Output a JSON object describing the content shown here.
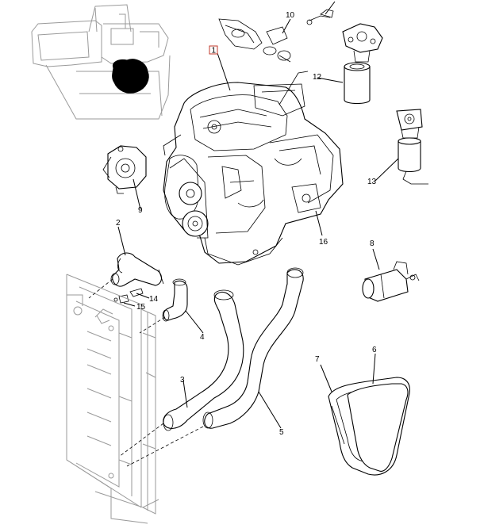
{
  "diagram": {
    "callouts": [
      {
        "id": "c1",
        "text": "1",
        "boxed": true
      },
      {
        "id": "c2",
        "text": "2"
      },
      {
        "id": "c3",
        "text": "3"
      },
      {
        "id": "c4",
        "text": "4"
      },
      {
        "id": "c5",
        "text": "5"
      },
      {
        "id": "c6",
        "text": "6"
      },
      {
        "id": "c7",
        "text": "7"
      },
      {
        "id": "c8",
        "text": "8"
      },
      {
        "id": "c9",
        "text": "9"
      },
      {
        "id": "c10",
        "text": "10"
      },
      {
        "id": "c12",
        "text": "12"
      },
      {
        "id": "c13",
        "text": "13"
      },
      {
        "id": "c14",
        "text": "14"
      },
      {
        "id": "c15",
        "text": "15"
      },
      {
        "id": "c16",
        "text": "16"
      }
    ],
    "colors": {
      "line": "#000000",
      "ghost": "#9a9a9a",
      "highlight": "#000000",
      "callout_box": "#c0392b"
    }
  }
}
